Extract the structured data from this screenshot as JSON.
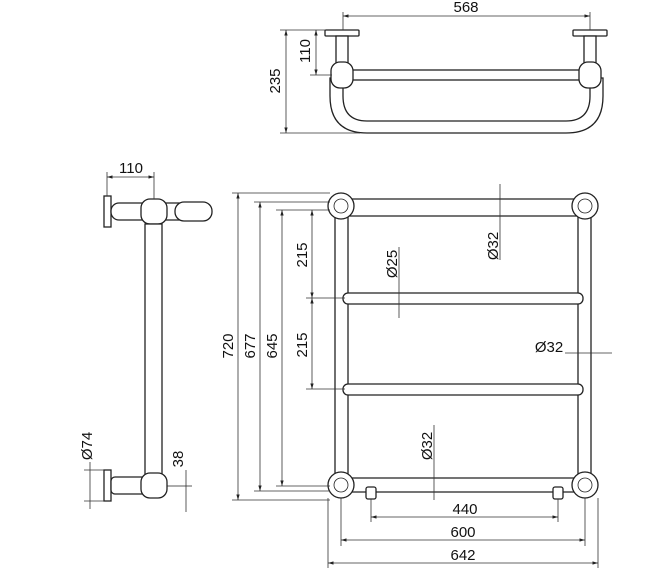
{
  "top_view": {
    "width_label": "568",
    "depth_label": "235",
    "offset_label": "110"
  },
  "side_view": {
    "offset_label": "110",
    "flange_label": "Ø74",
    "rail_offset_label": "38"
  },
  "front_view": {
    "height_720": "720",
    "height_677": "677",
    "height_645": "645",
    "spacing_upper": "215",
    "spacing_lower": "215",
    "dia_top_rail": "Ø32",
    "dia_mid_rail": "Ø25",
    "dia_upright": "Ø32",
    "dia_bottom_rail": "Ø32",
    "width_440": "440",
    "width_600": "600",
    "width_642": "642"
  },
  "colors": {
    "line": "#222222",
    "background": "#ffffff"
  }
}
